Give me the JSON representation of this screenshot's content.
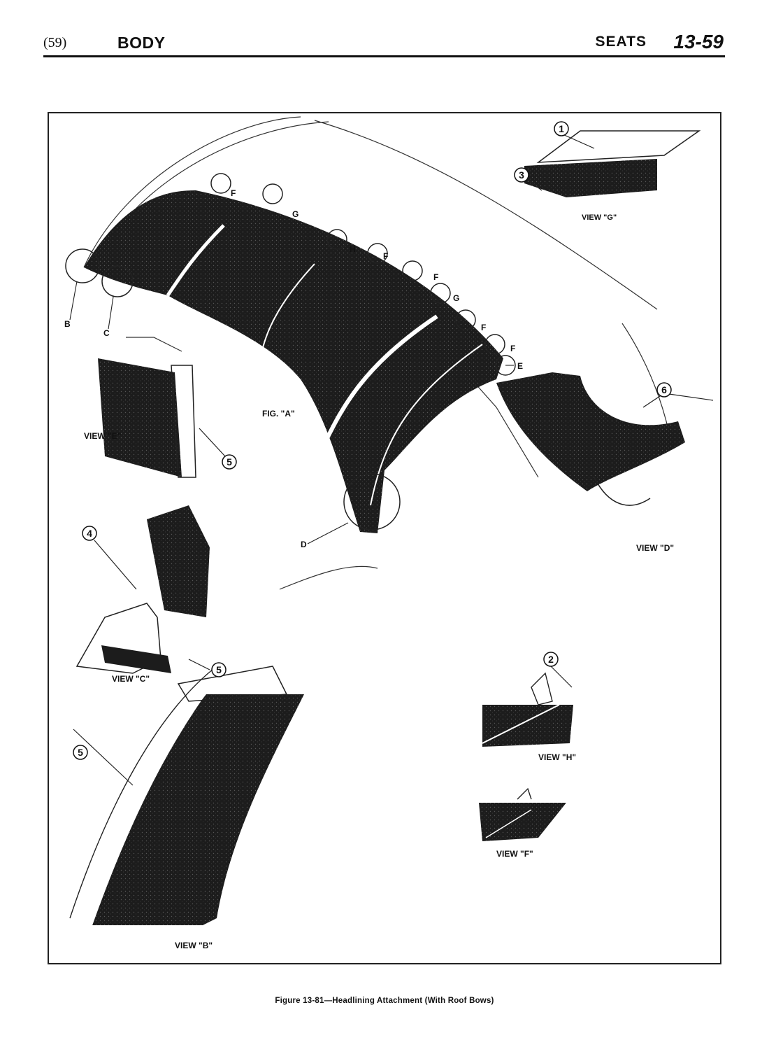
{
  "header": {
    "page_number": "(59)",
    "section": "BODY",
    "subsection": "SEATS",
    "page_code": "13-59"
  },
  "figure": {
    "main_label": "FIG. \"A\"",
    "views": {
      "g": "VIEW \"G\"",
      "e": "VIEW \"E\"",
      "d": "VIEW \"D\"",
      "c": "VIEW \"C\"",
      "h": "VIEW \"H\"",
      "f": "VIEW \"F\"",
      "b": "VIEW \"B\""
    },
    "letters": {
      "b": "B",
      "c": "C",
      "d": "D",
      "e": "E",
      "f1": "F",
      "f2": "F",
      "f3": "F",
      "f4": "F",
      "f5": "F",
      "g1": "G",
      "g2": "G",
      "h": "H"
    },
    "callouts": {
      "n1": "1",
      "n2": "2",
      "n3": "3",
      "n4": "4",
      "n5a": "5",
      "n5b": "5",
      "n5c": "5",
      "n6": "6"
    }
  },
  "caption": "Figure 13-81—Headlining Attachment (With Roof Bows)",
  "colors": {
    "ink": "#111111",
    "fabric": "#1c1c1c",
    "paper": "#ffffff"
  }
}
